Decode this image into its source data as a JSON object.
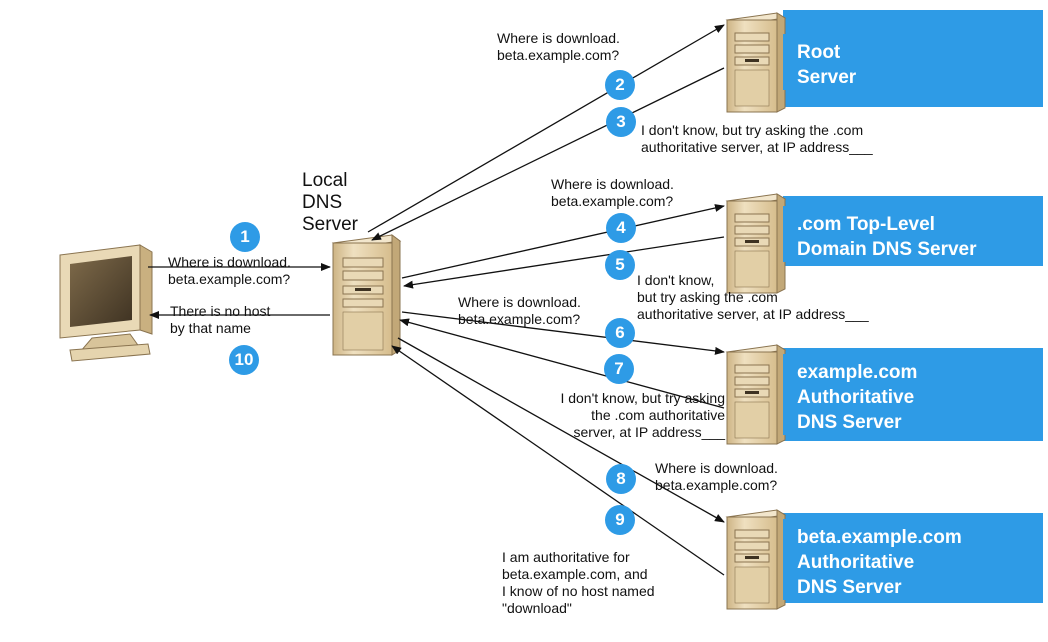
{
  "servers": {
    "local": [
      "Local",
      "DNS",
      "Server"
    ],
    "root": [
      "Root",
      "Server"
    ],
    "tld": [
      ".com Top-Level",
      "Domain DNS Server"
    ],
    "example": [
      "example.com",
      "Authoritative",
      "DNS Server"
    ],
    "beta": [
      "beta.example.com",
      "Authoritative",
      "DNS Server"
    ]
  },
  "steps": {
    "s1": "1",
    "s2": "2",
    "s3": "3",
    "s4": "4",
    "s5": "5",
    "s6": "6",
    "s7": "7",
    "s8": "8",
    "s9": "9",
    "s10": "10"
  },
  "messages": {
    "m1": [
      "Where is download.",
      "beta.example.com?"
    ],
    "m2": [
      "Where is download.",
      "beta.example.com?"
    ],
    "m3": [
      "I don't know, but try asking the .com",
      "authoritative server, at IP address___"
    ],
    "m4": [
      "Where is download.",
      "beta.example.com?"
    ],
    "m5": [
      "I don't know,",
      "but try asking the .com",
      "authoritative server, at IP address___"
    ],
    "m6": [
      "Where is download.",
      "beta.example.com?"
    ],
    "m7": [
      "I don't know, but try asking",
      "the .com authoritative",
      "server, at IP address___"
    ],
    "m8": [
      "Where is download.",
      "beta.example.com?"
    ],
    "m9": [
      "I am authoritative for",
      "beta.example.com, and",
      "I know of no host named",
      "\"download\""
    ],
    "m10": [
      "There is no host",
      "by that name"
    ]
  },
  "colors": {
    "banner": "#2e9be6",
    "step": "#2e9be6",
    "tower": "#e4cfa6",
    "arrow": "#111111"
  }
}
